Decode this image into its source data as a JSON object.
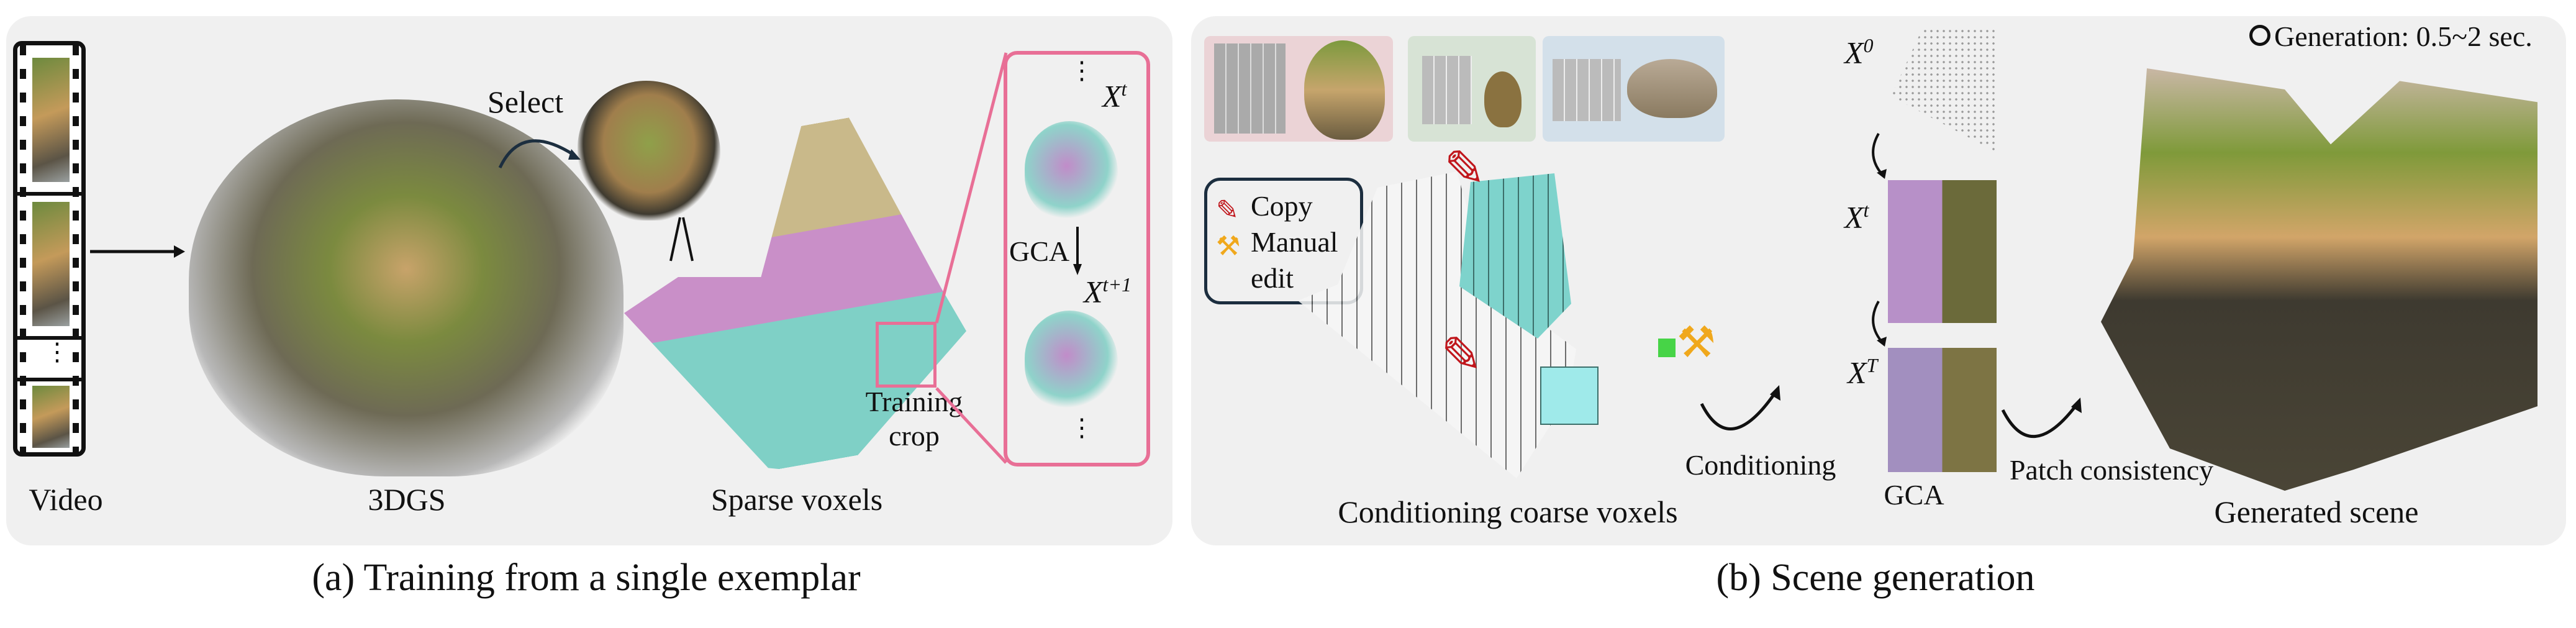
{
  "panel_a": {
    "labels": {
      "video": "Video",
      "gs": "3DGS",
      "sparse": "Sparse voxels",
      "select": "Select",
      "training_crop_1": "Training",
      "training_crop_2": "crop",
      "gca": "GCA",
      "dots": "⋮"
    },
    "math": {
      "xt": "X",
      "xt_sup": "t",
      "xt1": "X",
      "xt1_sup": "t+1"
    },
    "caption": "(a) Training from a single exemplar"
  },
  "panel_b": {
    "legend": {
      "copy": "Copy",
      "manual": "Manual",
      "edit": "edit"
    },
    "labels": {
      "coarse": "Conditioning coarse voxels",
      "conditioning": "Conditioning",
      "gca": "GCA",
      "patch": "Patch consistency",
      "generated": "Generated scene",
      "generation_time": "Generation: 0.5~2 sec."
    },
    "math": {
      "x0": "X",
      "x0_sup": "0",
      "xt": "X",
      "xt_sup": "t",
      "xT": "X",
      "xT_sup": "T"
    },
    "caption": "(b) Scene generation"
  },
  "colors": {
    "panel_bg": "#f0f0f0",
    "pink": "#e86f96",
    "teal": "#7ed3cc",
    "copy_red": "#c0161c",
    "hammer_orange": "#f0a81c",
    "box_pink": "#ebd3d6",
    "box_green": "#d7e3d5",
    "box_blue": "#d3e0ea"
  }
}
